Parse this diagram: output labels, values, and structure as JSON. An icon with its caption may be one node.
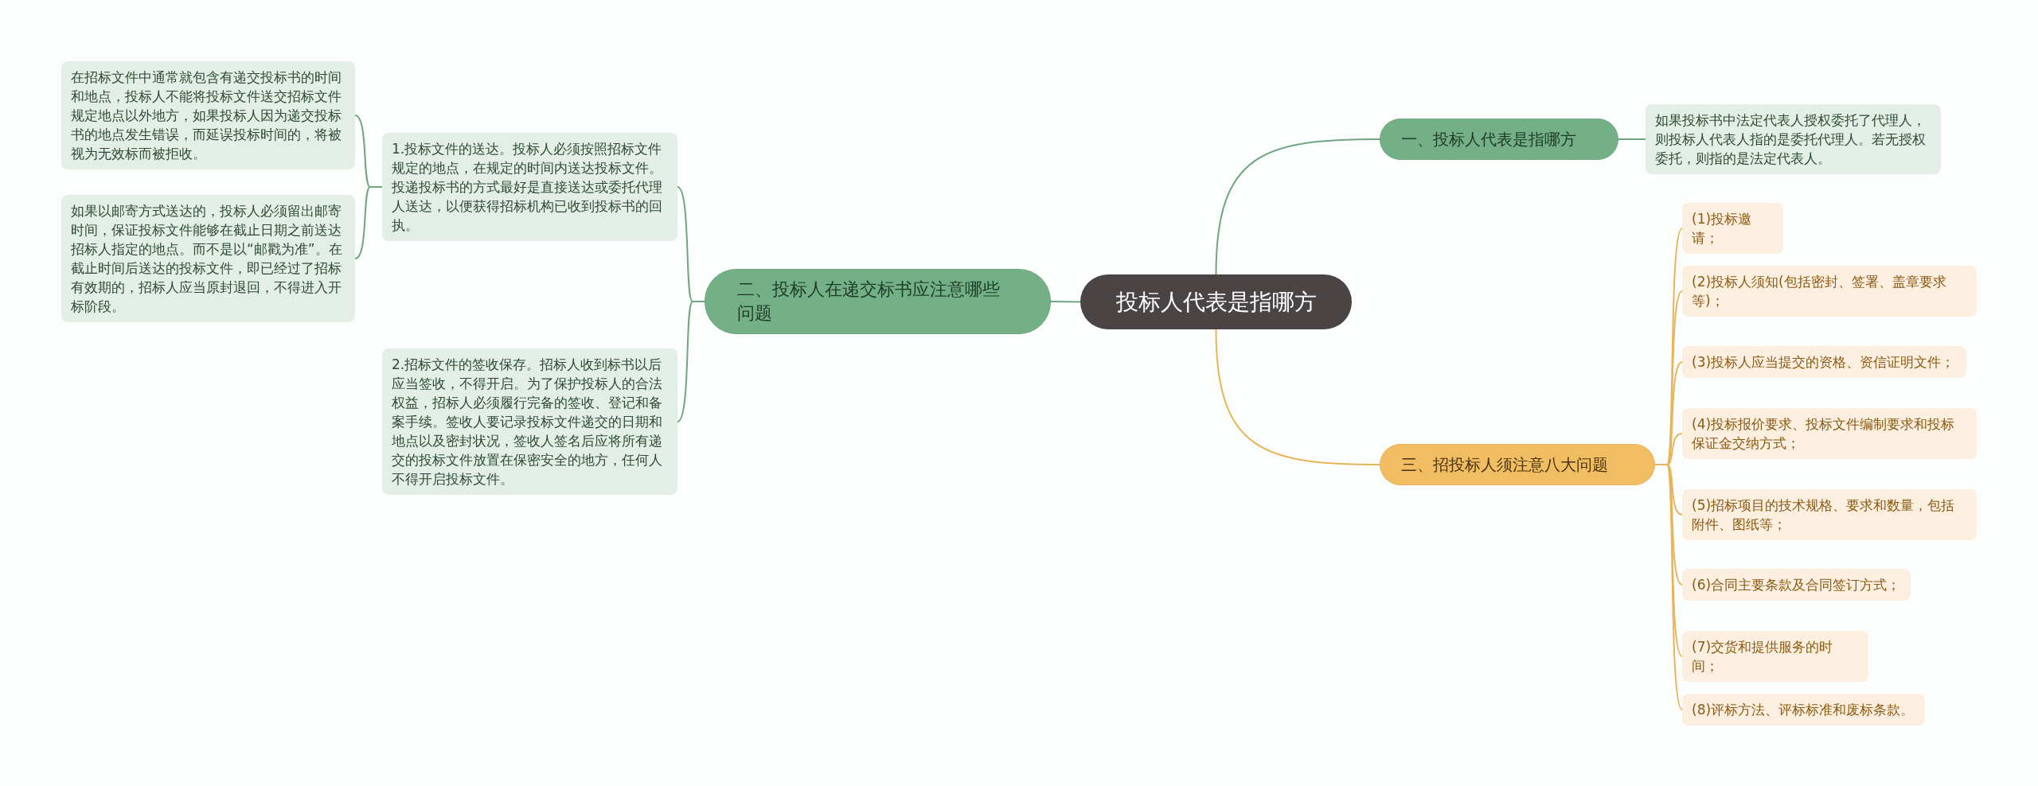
{
  "diagram": {
    "nodes": [
      {
        "text": [
          "投标人代表是指哪方"
        ]
      },
      {
        "text": [
          "一、投标人代表是指哪方"
        ]
      },
      {
        "text": [
          "如果投标书中法定代表人授权委托了代理人，则投标人代表人指的是委托代理人。若无授权委托，则指的是法定代表人。"
        ]
      },
      {
        "text": [
          "二、投标人在递交标书应注意哪些问题"
        ]
      },
      {
        "text": [
          "1.投标文件的送达。投标人必须按照招标文件规定的地点，在规定的时间内送达投标文件。投递投标书的方式最好是直接送达或委托代理人送达，以便获得招标机构已收到投标书的回执。"
        ]
      },
      {
        "text": [
          "在招标文件中通常就包含有递交投标书的时间和地点，投标人不能将投标文件送交招标文件规定地点以外地方，如果投标人因为递交投标书的地点发生错误，而延误投标时间的，将被视为无效标而被拒收。"
        ]
      },
      {
        "text": [
          "如果以邮寄方式送达的，投标人必须留出邮寄时间，保证投标文件能够在截止日期之前送达招标人指定的地点。而不是以“邮戳为准”。在截止时间后送达的投标文件，即已经过了招标有效期的，招标人应当原封退回，不得进入开标阶段。"
        ]
      },
      {
        "text": [
          "2.招标文件的签收保存。招标人收到标书以后应当签收，不得开启。为了保护投标人的合法权益，招标人必须履行完备的签收、登记和备案手续。签收人要记录投标文件递交的日期和地点以及密封状况，签收人签名后应将所有递交的投标文件放置在保密安全的地方，任何人不得开启投标文件。"
        ]
      },
      {
        "text": [
          "三、招投标人须注意八大问题"
        ]
      },
      {
        "text": [
          "(1)投标邀请；"
        ]
      },
      {
        "text": [
          "(2)投标人须知(包括密封、签署、盖章要求等)；"
        ]
      },
      {
        "text": [
          "(3)投标人应当提交的资格、资信证明文件；"
        ]
      },
      {
        "text": [
          "(4)投标报价要求、投标文件编制要求和投标保证金交纳方式；"
        ]
      },
      {
        "text": [
          "(5)招标项目的技术规格、要求和数量，包括附件、图纸等；"
        ]
      },
      {
        "text": [
          "(6)合同主要条款及合同签订方式；"
        ]
      },
      {
        "text": [
          "(7)交货和提供服务的时间；"
        ]
      },
      {
        "text": [
          "(8)评标方法、评标标准和废标条款。"
        ]
      }
    ],
    "edges": [
      {
        "from": 0,
        "to": 1,
        "arrow": "none",
        "color": "#6fa57f"
      },
      {
        "from": 1,
        "to": 2,
        "arrow": "none",
        "color": "#6fa57f"
      },
      {
        "from": 0,
        "to": 3,
        "arrow": "none",
        "color": "#6fa57f"
      },
      {
        "from": 3,
        "to": 4,
        "arrow": "none",
        "color": "#6fa57f"
      },
      {
        "from": 4,
        "to": 5,
        "arrow": "none",
        "color": "#6fa57f"
      },
      {
        "from": 4,
        "to": 6,
        "arrow": "none",
        "color": "#6fa57f"
      },
      {
        "from": 3,
        "to": 7,
        "arrow": "none",
        "color": "#6fa57f"
      },
      {
        "from": 0,
        "to": 8,
        "arrow": "none"
      },
      {
        "from": 8,
        "to": 9,
        "arrow": "none"
      },
      {
        "from": 8,
        "to": 10,
        "arrow": "none"
      },
      {
        "from": 8,
        "to": 11,
        "arrow": "none"
      },
      {
        "from": 8,
        "to": 12,
        "arrow": "none"
      },
      {
        "from": 8,
        "to": 13,
        "arrow": "none"
      },
      {
        "from": 8,
        "to": 14,
        "arrow": "none"
      },
      {
        "from": 8,
        "to": 15,
        "arrow": "none"
      },
      {
        "from": 8,
        "to": 16,
        "arrow": "none"
      }
    ]
  }
}
